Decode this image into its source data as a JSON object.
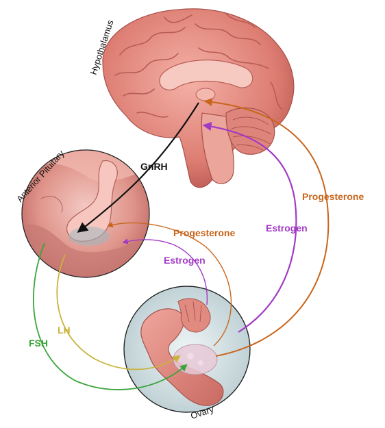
{
  "labels": {
    "hypothalamus": "Hypothalamus",
    "anterior_pituitary": "Anterior Pituitary",
    "ovary": "Ovary",
    "gnrh": "GnRH",
    "lh": "LH",
    "fsh": "FSH",
    "progesterone_outer": "Progesterone",
    "progesterone_inner": "Progesterone",
    "estrogen_outer": "Estrogen",
    "estrogen_inner": "Estrogen"
  },
  "colors": {
    "gnrh": "#111111",
    "lh": "#c9b33a",
    "fsh": "#3aa53a",
    "progesterone": "#c8651b",
    "estrogen": "#a23bc4",
    "tissue": "#e58f86",
    "tissue_dark": "#c8655e"
  }
}
